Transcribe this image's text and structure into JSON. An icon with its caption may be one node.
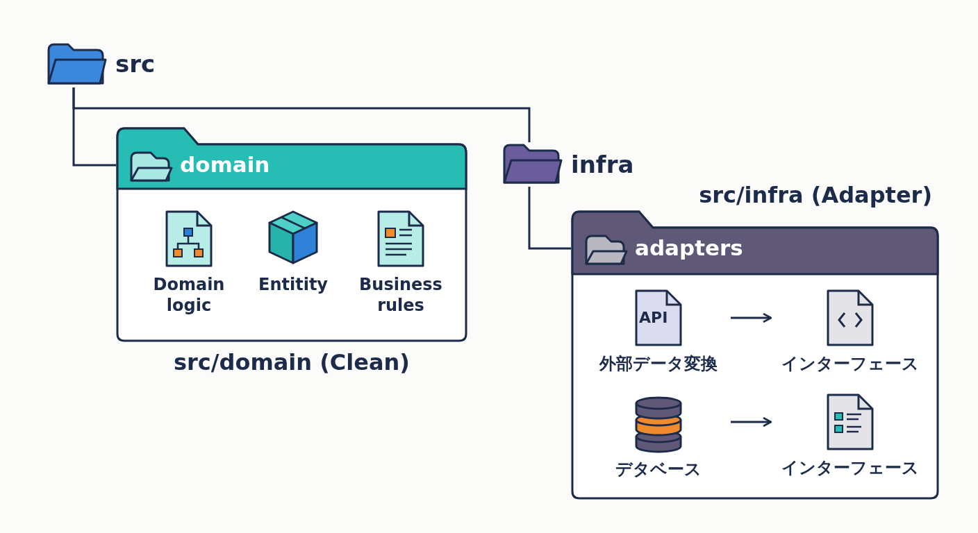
{
  "diagram": {
    "nodes": [
      {
        "text": [
          "src"
        ]
      },
      {
        "text": [
          "domain"
        ],
        "beside": [
          "src/domain (Clean)"
        ]
      },
      {
        "text": [
          "Domain logic"
        ],
        "in": 1
      },
      {
        "text": [
          "Entitity"
        ],
        "in": 1
      },
      {
        "text": [
          "Business rules"
        ],
        "in": 1
      },
      {
        "text": [
          "infra"
        ]
      },
      {
        "text": [
          "adapters"
        ],
        "beside": [
          "src/infra (Adapter)"
        ]
      },
      {
        "text": [
          "API",
          "外部データ変換"
        ],
        "in": 6
      },
      {
        "text": [
          "インターフェース"
        ],
        "in": 6
      },
      {
        "text": [
          "デタベース"
        ],
        "in": 6
      },
      {
        "text": [
          "インターフェース"
        ],
        "in": 6
      }
    ],
    "edges": [
      {
        "from": 0,
        "to": 1,
        "arrow": "none"
      },
      {
        "from": 0,
        "to": 5,
        "arrow": "none"
      },
      {
        "from": 5,
        "to": 6,
        "arrow": "none"
      },
      {
        "from": 7,
        "to": 8,
        "arrow": "to"
      },
      {
        "from": 9,
        "to": 10,
        "arrow": "to"
      }
    ]
  }
}
